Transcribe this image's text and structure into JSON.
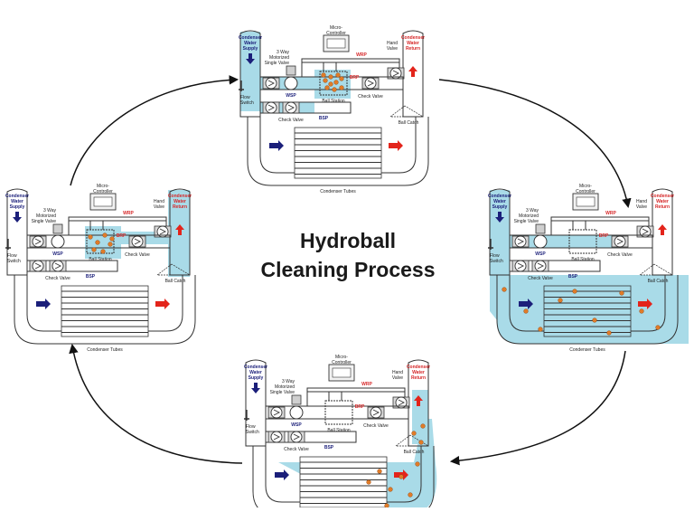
{
  "title": {
    "line1": "Hydroball",
    "line2": "Cleaning Process"
  },
  "labels": {
    "supply": [
      "Condenser",
      "Water",
      "Supply"
    ],
    "return": [
      "Condenser",
      "Water",
      "Return"
    ],
    "controller": [
      "Micro-",
      "Controller"
    ],
    "hand_valve": [
      "Hand",
      "Valve"
    ],
    "three_way": [
      "3 Way",
      "Motorized",
      "Single Valve"
    ],
    "flow_switch": [
      "Flow",
      "Switch"
    ],
    "wrp": "WRP",
    "brp": "BRP",
    "wsp": "WSP",
    "bsp": "BSP",
    "ball_station": "Ball Station",
    "check_valve": "Check Valve",
    "ball_catch": "Ball Catch",
    "condenser_tubes": "Condenser Tubes"
  },
  "colors": {
    "water": "#a9dbe8",
    "ball": "#e07b28",
    "supply_arrow": "#1b1f7a",
    "return_arrow": "#e3241b",
    "line": "#333333",
    "label_red": "#d62728",
    "label_blue": "#1b1f7a"
  },
  "panels": [
    {
      "id": "top",
      "stage": 1
    },
    {
      "id": "right",
      "stage": 2
    },
    {
      "id": "bottom",
      "stage": 3
    },
    {
      "id": "left",
      "stage": 4
    }
  ]
}
